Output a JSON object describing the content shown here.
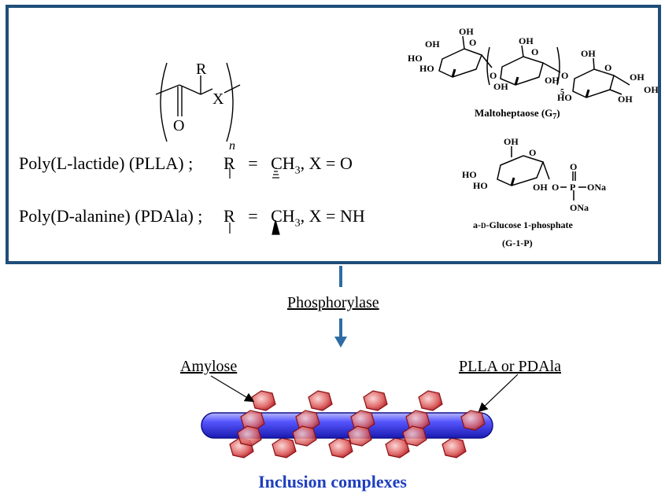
{
  "general_formula": {
    "r_label": "R",
    "x_label": "X",
    "o_label": "O",
    "n_label": "n"
  },
  "polymers": [
    {
      "name_prefix": "Poly(",
      "name_sc": "L",
      "name_suffix": "-lactide) (PLLA) ;",
      "r": "R",
      "eq": "=",
      "ch": "CH",
      "sub": "3",
      "rest": ", X = O"
    },
    {
      "name_prefix": "Poly(",
      "name_sc": "D",
      "name_suffix": "-alanine) (PDAla) ;",
      "r": "R",
      "eq": "=",
      "ch": "CH",
      "sub": "3",
      "rest": ", X = NH"
    }
  ],
  "maltoheptaose": {
    "oh_labels": [
      "OH",
      "OH",
      "OH",
      "HO",
      "HO",
      "O",
      "O",
      "O",
      "OH",
      "O",
      "OH",
      "OH",
      "O",
      "OH",
      "HO",
      "OH",
      "OH"
    ],
    "repeat": "5",
    "caption": "Maltoheptaose (G",
    "caption_sub": "7",
    "caption_end": ")"
  },
  "glucose_phosphate": {
    "labels": [
      "OH",
      "O",
      "O",
      "HO",
      "HO",
      "OH",
      "O",
      "P",
      "ONa",
      "ONa"
    ],
    "caption_line1_prefix": "a-",
    "caption_line1_sc": "D",
    "caption_line1_suffix": "-Glucose 1-phosphate",
    "caption_line2": "(G-1-P)"
  },
  "enzyme": "Phosphorylase",
  "labels": {
    "amylose": "Amylose",
    "guest": "PLLA or PDAla"
  },
  "result": "Inclusion complexes",
  "colors": {
    "frame": "#1f4e79",
    "arrow": "#2e6da4",
    "rod": "#3a3ae8",
    "amylose": "#c0282d",
    "result_text": "#1f3fbf"
  }
}
